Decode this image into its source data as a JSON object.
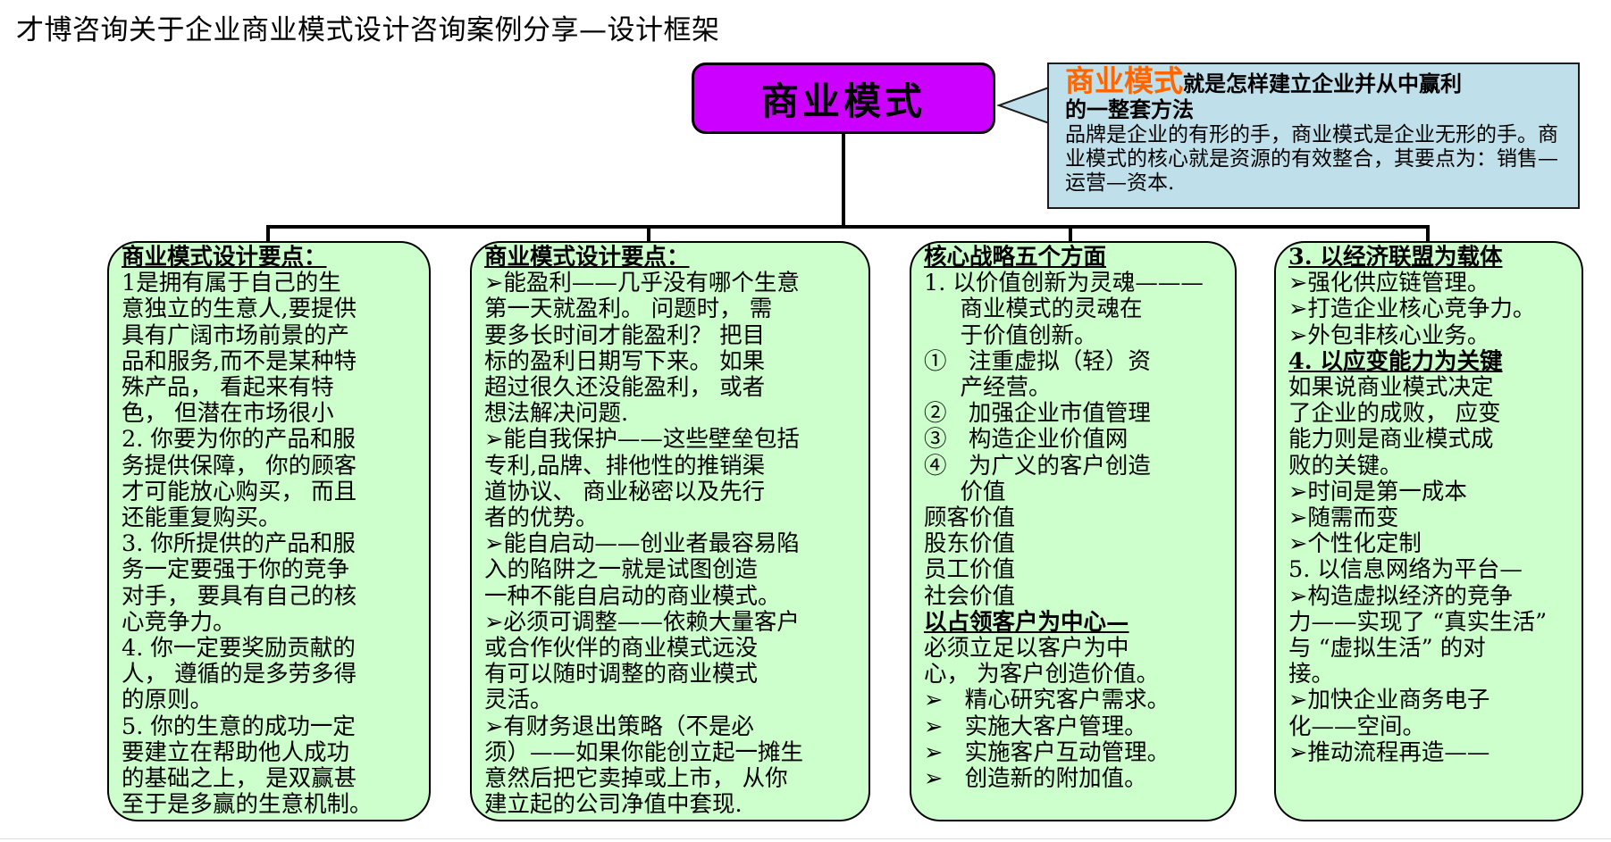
{
  "title": "才博咨询关于企业商业模式设计咨询案例分享—设计框架",
  "root": {
    "label": "商业模式"
  },
  "callout": {
    "key": "商业模式",
    "head_rest": "就是怎样建立企业并从中赢利",
    "head_line2": "的一整套方法",
    "body": "品牌是企业的有形的手，商业模式是企业无形的手。商业模式的核心就是资源的有效整合，其要点为：销售—运营—资本."
  },
  "columns": [
    {
      "lines": [
        {
          "t": "商业模式设计要点：",
          "b": true,
          "u": true
        },
        {
          "t": "1是拥有属于自己的生"
        },
        {
          "t": "意独立的生意人,要提供"
        },
        {
          "t": "具有广阔市场前景的产"
        },
        {
          "t": "品和服务,而不是某种特"
        },
        {
          "t": "殊产品， 看起来有特"
        },
        {
          "t": "色， 但潜在市场很小"
        },
        {
          "t": "2. 你要为你的产品和服"
        },
        {
          "t": "务提供保障， 你的顾客"
        },
        {
          "t": "才可能放心购买， 而且"
        },
        {
          "t": "还能重复购买。"
        },
        {
          "t": "3. 你所提供的产品和服"
        },
        {
          "t": "务一定要强于你的竞争"
        },
        {
          "t": "对手， 要具有自己的核"
        },
        {
          "t": "心竞争力。"
        },
        {
          "t": "4. 你一定要奖励贡献的"
        },
        {
          "t": "人， 遵循的是多劳多得"
        },
        {
          "t": "的原则。"
        },
        {
          "t": "5. 你的生意的成功一定"
        },
        {
          "t": "要建立在帮助他人成功"
        },
        {
          "t": "的基础之上， 是双赢甚"
        },
        {
          "t": "至于是多赢的生意机制。"
        }
      ]
    },
    {
      "lines": [
        {
          "t": "商业模式设计要点：",
          "b": true,
          "u": true
        },
        {
          "t": "➢能盈利——几乎没有哪个生意"
        },
        {
          "t": "第一天就盈利。 问题时， 需"
        },
        {
          "t": "要多长时间才能盈利？ 把目"
        },
        {
          "t": "标的盈利日期写下来。 如果"
        },
        {
          "t": "超过很久还没能盈利， 或者"
        },
        {
          "t": "想法解决问题."
        },
        {
          "t": "➢能自我保护——这些壁垒包括"
        },
        {
          "t": "专利,品牌、排他性的推销渠"
        },
        {
          "t": "道协议、 商业秘密以及先行"
        },
        {
          "t": "者的优势。"
        },
        {
          "t": "➢能自启动——创业者最容易陷"
        },
        {
          "t": "入的陷阱之一就是试图创造"
        },
        {
          "t": "一种不能自启动的商业模式。"
        },
        {
          "t": "➢必须可调整——依赖大量客户"
        },
        {
          "t": "或合作伙伴的商业模式远没"
        },
        {
          "t": "有可以随时调整的商业模式"
        },
        {
          "t": "灵活。"
        },
        {
          "t": "➢有财务退出策略（不是必"
        },
        {
          "t": "须）——如果你能创立起一摊生"
        },
        {
          "t": "意然后把它卖掉或上市， 从你"
        },
        {
          "t": "建立起的公司净值中套现."
        }
      ]
    },
    {
      "lines": [
        {
          "t": "核心战略五个方面",
          "b": true,
          "u": true
        },
        {
          "t": "1. 以价值创新为灵魂———"
        },
        {
          "t": "     商业模式的灵魂在"
        },
        {
          "t": "     于价值创新。"
        },
        {
          "t": "①   注重虚拟（轻）资"
        },
        {
          "t": "     产经营。"
        },
        {
          "t": "②   加强企业市值管理"
        },
        {
          "t": "③   构造企业价值网"
        },
        {
          "t": "④   为广义的客户创造"
        },
        {
          "t": "     价值"
        },
        {
          "t": "顾客价值"
        },
        {
          "t": "股东价值"
        },
        {
          "t": "员工价值"
        },
        {
          "t": "社会价值"
        },
        {
          "t": "以占领客户为中心—",
          "b": true,
          "u": true
        },
        {
          "t": "必须立足以客户为中"
        },
        {
          "t": "心， 为客户创造价值。"
        },
        {
          "t": "➢   精心研究客户需求。"
        },
        {
          "t": "➢   实施大客户管理。"
        },
        {
          "t": "➢   实施客户互动管理。"
        },
        {
          "t": "➢   创造新的附加值。"
        }
      ]
    },
    {
      "lines": [
        {
          "t": "3. 以经济联盟为载体",
          "b": true,
          "u": true
        },
        {
          "t": "➢强化供应链管理。"
        },
        {
          "t": "➢打造企业核心竞争力。"
        },
        {
          "t": "➢外包非核心业务。"
        },
        {
          "t": "4. 以应变能力为关键",
          "b": true,
          "u": true
        },
        {
          "t": "如果说商业模式决定"
        },
        {
          "t": "了企业的成败， 应变"
        },
        {
          "t": "能力则是商业模式成"
        },
        {
          "t": "败的关键。"
        },
        {
          "t": "➢时间是第一成本"
        },
        {
          "t": "➢随需而变"
        },
        {
          "t": "➢个性化定制"
        },
        {
          "t": "5. 以信息网络为平台—"
        },
        {
          "t": "➢构造虚拟经济的竞争"
        },
        {
          "t": "力——实现了 “真实生活”"
        },
        {
          "t": "与 “虚拟生活” 的对"
        },
        {
          "t": "接。"
        },
        {
          "t": "➢加快企业商务电子"
        },
        {
          "t": "化——空间。"
        },
        {
          "t": "➢推动流程再造——"
        }
      ]
    }
  ]
}
